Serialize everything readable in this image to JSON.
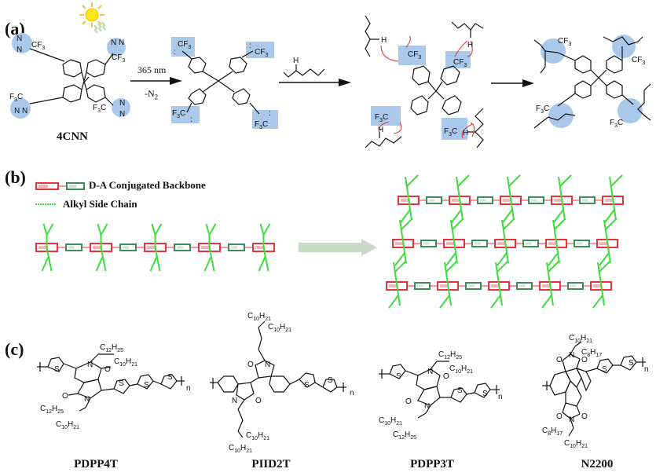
{
  "panels": {
    "a": {
      "label": "(a)",
      "starting_material": "4CNN",
      "step1_conditions": {
        "top": "365 nm",
        "bottom": "-N",
        "bottom_sub": "2"
      },
      "groups": {
        "cf3": "CF",
        "cf3_sub": "3",
        "f3c_pre": "F",
        "f3c_sub": "3",
        "f3c_post": "C",
        "n": "N",
        "h": "H"
      },
      "highlight_color": "#a9c8ea",
      "arrow_color": "#e03a3a"
    },
    "b": {
      "label": "(b)",
      "legend": [
        {
          "label": "D-A Conjugated Backbone",
          "symbol": "donor-acceptor-blocks"
        },
        {
          "label": "Alkyl Side Chain",
          "symbol": "green-line"
        }
      ],
      "colors": {
        "donor": "#e8333a",
        "acceptor": "#3d8c5a",
        "side_chain": "#3fdc3f",
        "transition_arrow": "#c6dcc4"
      }
    },
    "c": {
      "label": "(c)",
      "polymers": [
        {
          "name": "PDPP4T",
          "chains": [
            "C12H25",
            "C10H21",
            "C12H25",
            "C10H21"
          ]
        },
        {
          "name": "PIID2T",
          "chains": [
            "C10H21",
            "C10H21",
            "C10H21",
            "C10H21"
          ]
        },
        {
          "name": "PDPP3T",
          "chains": [
            "C12H25",
            "C10H21",
            "C10H21",
            "C12H25"
          ]
        },
        {
          "name": "N2200",
          "chains": [
            "C10H21",
            "C8H17",
            "C8H17",
            "C10H21"
          ]
        }
      ],
      "repeat_label": "n"
    }
  }
}
